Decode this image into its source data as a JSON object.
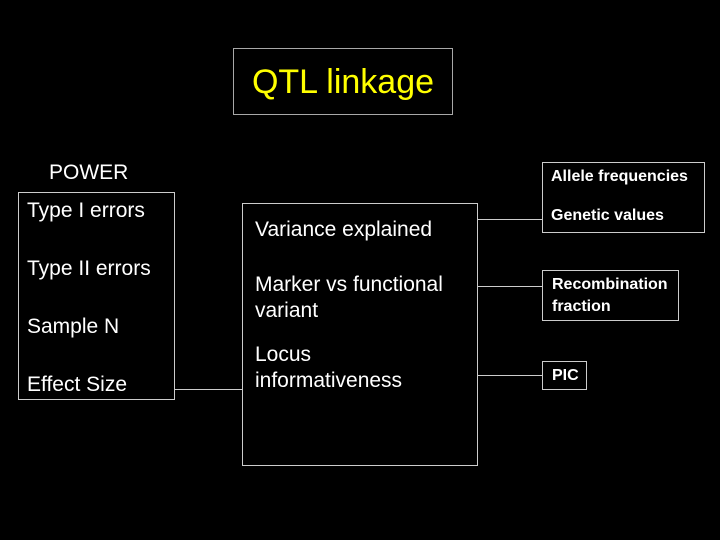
{
  "slide": {
    "title": "QTL linkage",
    "power_label": "POWER",
    "left_box": {
      "items": [
        "Type I errors",
        "Type II errors",
        "Sample N",
        "Effect Size"
      ]
    },
    "center_box": {
      "items": [
        "Variance explained",
        "Marker vs functional variant",
        "Locus informativeness"
      ]
    },
    "right_boxes": {
      "allele": {
        "lines": [
          "Allele frequencies",
          "Genetic values"
        ]
      },
      "recombination": {
        "text": "Recombination fraction"
      },
      "pic": {
        "text": "PIC"
      }
    },
    "colors": {
      "background": "#000000",
      "title_text": "#ffff00",
      "body_text": "#ffffff",
      "title_border": "#a8a8a8",
      "box_border": "#cccccc",
      "connector": "#cccccc"
    }
  }
}
